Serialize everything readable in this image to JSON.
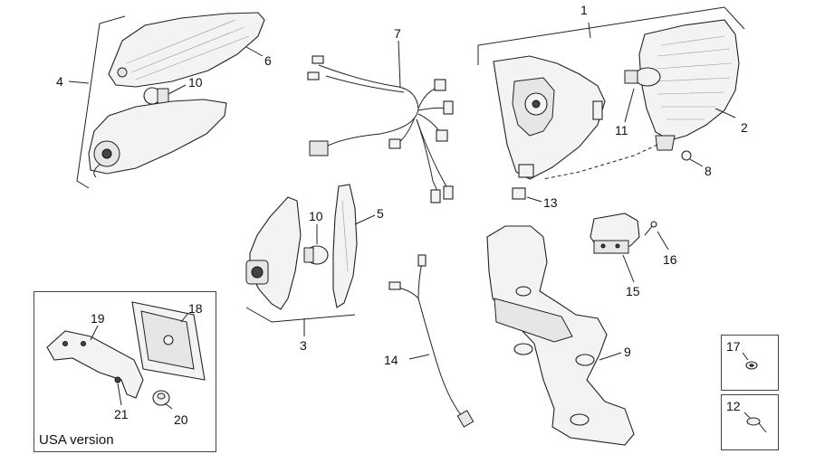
{
  "colors": {
    "line": "#222222",
    "background": "#ffffff"
  },
  "callouts": [
    {
      "id": "1",
      "text": "1"
    },
    {
      "id": "2",
      "text": "2"
    },
    {
      "id": "3",
      "text": "3"
    },
    {
      "id": "4",
      "text": "4"
    },
    {
      "id": "5",
      "text": "5"
    },
    {
      "id": "6",
      "text": "6"
    },
    {
      "id": "7",
      "text": "7"
    },
    {
      "id": "8",
      "text": "8"
    },
    {
      "id": "9",
      "text": "9"
    },
    {
      "id": "10a",
      "text": "10"
    },
    {
      "id": "10b",
      "text": "10"
    },
    {
      "id": "11",
      "text": "11"
    },
    {
      "id": "12",
      "text": "12"
    },
    {
      "id": "13",
      "text": "13"
    },
    {
      "id": "14",
      "text": "14"
    },
    {
      "id": "15",
      "text": "15"
    },
    {
      "id": "16",
      "text": "16"
    },
    {
      "id": "17",
      "text": "17"
    },
    {
      "id": "18",
      "text": "18"
    },
    {
      "id": "19",
      "text": "19"
    },
    {
      "id": "20",
      "text": "20"
    },
    {
      "id": "21",
      "text": "21"
    }
  ],
  "usa_box": {
    "caption": "USA version"
  }
}
